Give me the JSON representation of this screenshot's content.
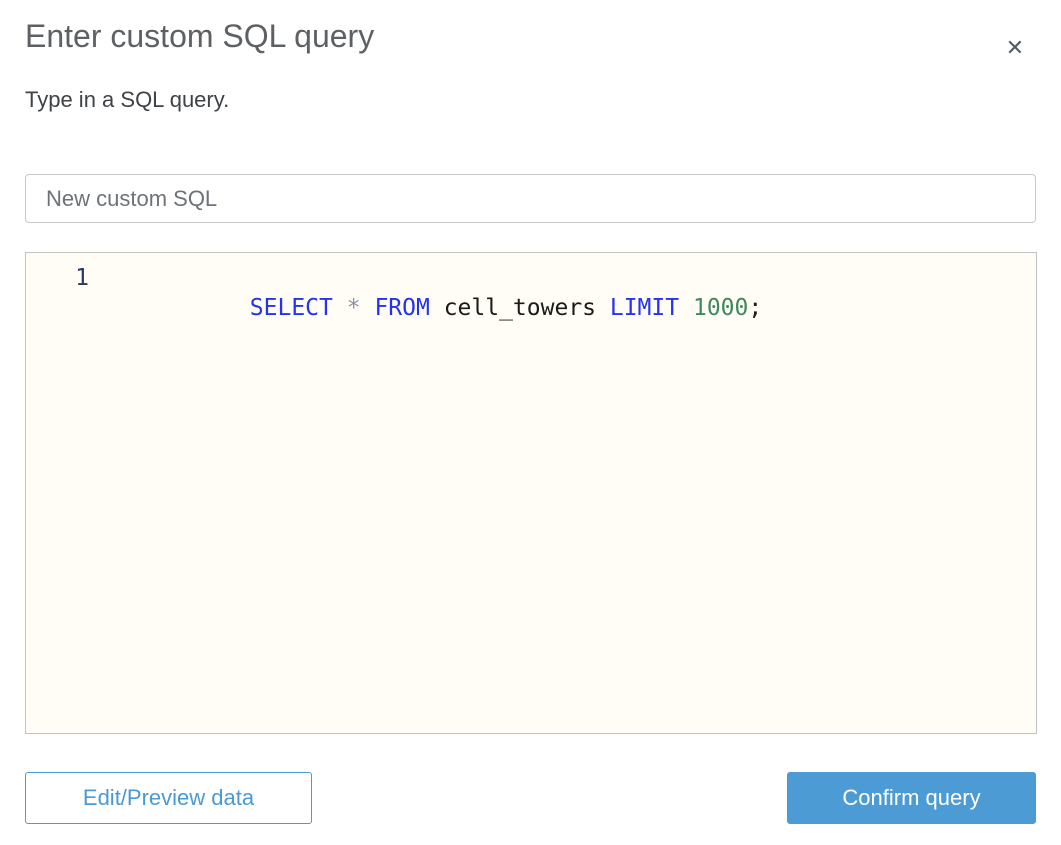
{
  "dialog": {
    "title": "Enter custom SQL query",
    "subtitle": "Type in a SQL query.",
    "close_glyph": "✕"
  },
  "query_name_input": {
    "value": "New custom SQL"
  },
  "editor": {
    "line_number": "1",
    "sql": "SELECT * FROM cell_towers LIMIT 1000;",
    "tokens": [
      {
        "t": "SELECT",
        "c": "keyword"
      },
      {
        "t": " ",
        "c": "plain"
      },
      {
        "t": "*",
        "c": "operator"
      },
      {
        "t": " ",
        "c": "plain"
      },
      {
        "t": "FROM",
        "c": "keyword"
      },
      {
        "t": " cell_towers ",
        "c": "identifier"
      },
      {
        "t": "LIMIT",
        "c": "keyword"
      },
      {
        "t": " ",
        "c": "plain"
      },
      {
        "t": "1000",
        "c": "number"
      },
      {
        "t": ";",
        "c": "plain"
      }
    ]
  },
  "footer": {
    "edit_preview_label": "Edit/Preview data",
    "confirm_label": "Confirm query"
  },
  "colors": {
    "accent_blue": "#4d9bd4",
    "keyword_blue": "#2433ee",
    "number_green": "#3c8a5e",
    "operator_gray": "#8a93a6",
    "title_gray": "#5e6164",
    "editor_background": "#fffdf6",
    "border_gray": "#c7c9c9"
  }
}
